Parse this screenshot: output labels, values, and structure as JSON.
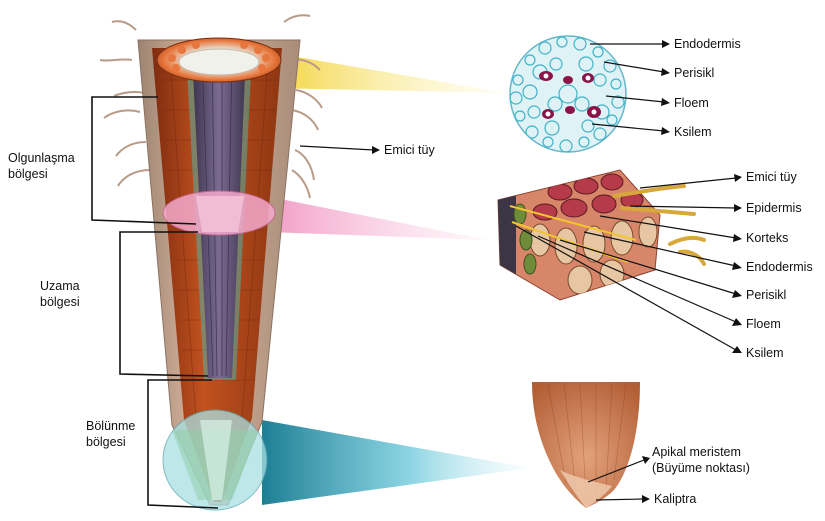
{
  "zones": {
    "maturation": [
      "Olgunlaşma",
      "bölgesi"
    ],
    "elongation": [
      "Uzama",
      "bölgesi"
    ],
    "division": [
      "Bölünme",
      "bölgesi"
    ]
  },
  "root_hair_label": "Emici tüy",
  "cross_section_labels": [
    "Endodermis",
    "Perisikl",
    "Floem",
    "Ksilem"
  ],
  "tissue_labels": [
    "Emici tüy",
    "Epidermis",
    "Korteks",
    "Endodermis",
    "Perisikl",
    "Floem",
    "Ksilem"
  ],
  "tip_labels": {
    "meristem": [
      "Apikal meristem",
      "(Büyüme noktası)"
    ],
    "cap": "Kaliptra"
  },
  "colors": {
    "cortex": "#b5471c",
    "epidermis": "#caa08a",
    "stele": "#5c4f70",
    "yellow_callout": "#f3d23a",
    "pink_callout": "#f199c4",
    "teal_callout": "#2a8ca0",
    "cross_section": "#3fb3c7",
    "xylem": "#8a1448",
    "root_tip": "#c8754a"
  }
}
